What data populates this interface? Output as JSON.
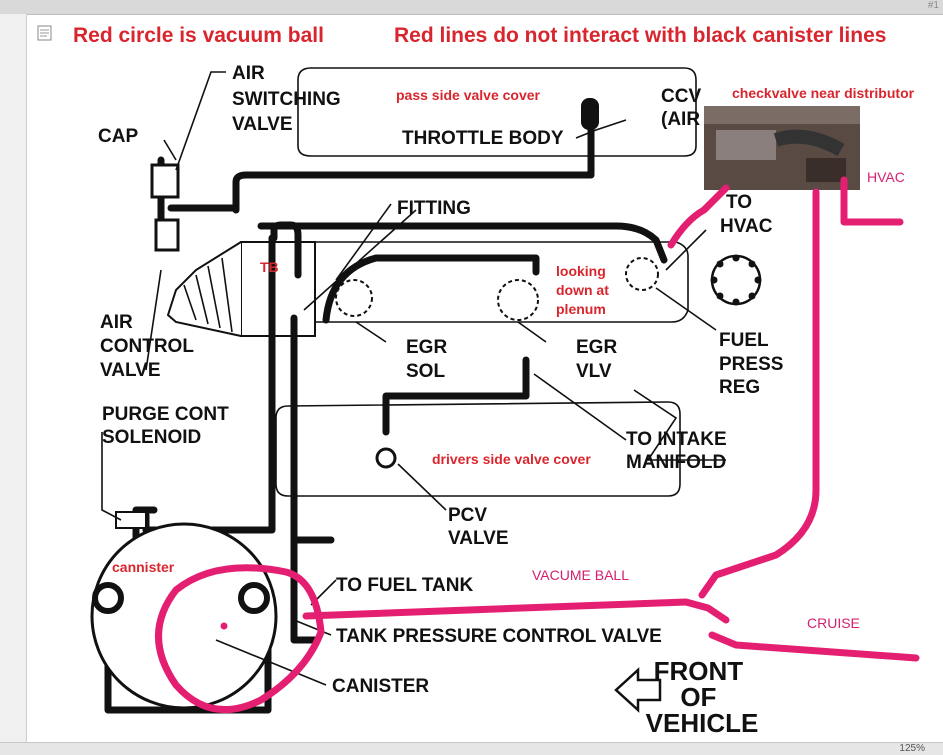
{
  "header": {
    "note_left": "Red circle is vacuum ball",
    "note_right": "Red lines do not interact with black canister lines"
  },
  "window": {
    "corner_mark": "#1",
    "zoom_level": "125%"
  },
  "labels": {
    "air_switching_valve": [
      "AIR",
      "SWITCHING",
      "VALVE"
    ],
    "cap": "CAP",
    "ccv": [
      "CCV",
      "(AIR"
    ],
    "throttle_body": "THROTTLE BODY",
    "fitting": "FITTING",
    "to_hvac": [
      "TO",
      "HVAC"
    ],
    "air_control_valve": [
      "AIR",
      "CONTROL",
      "VALVE"
    ],
    "egr_sol": [
      "EGR",
      "SOL"
    ],
    "egr_vlv": [
      "EGR",
      "VLV"
    ],
    "fuel_press_reg": [
      "FUEL",
      "PRESS",
      "REG"
    ],
    "purge_cont_solenoid": [
      "PURGE CONT",
      "SOLENOID"
    ],
    "to_intake_manifold": [
      "TO INTAKE",
      "MANIFOLD"
    ],
    "pcv_valve": [
      "PCV",
      "VALVE"
    ],
    "to_fuel_tank": "TO FUEL TANK",
    "tank_pressure_control_valve": "TANK PRESSURE CONTROL VALVE",
    "canister": "CANISTER",
    "front_of_vehicle": [
      "FRONT",
      "OF",
      "VEHICLE"
    ]
  },
  "annotations": {
    "pass_side_valve_cover": "pass side valve cover",
    "checkvalve_near_distributor": "checkvalve near distributor",
    "hvac": "HVAC",
    "tb": "TB",
    "looking_down_at_plenum": [
      "looking",
      "down at",
      "plenum"
    ],
    "drivers_side_valve_cover": "drivers side valve cover",
    "cannister": "cannister",
    "vacume_ball": "VACUME BALL",
    "cruise": "CRUISE"
  },
  "colors": {
    "header_red": "#d9262e",
    "annotation_red": "#d9262e",
    "marker_pink": "#e41f72",
    "line_black": "#111111"
  },
  "icons": [
    "note-icon",
    "front-arrow-icon"
  ]
}
